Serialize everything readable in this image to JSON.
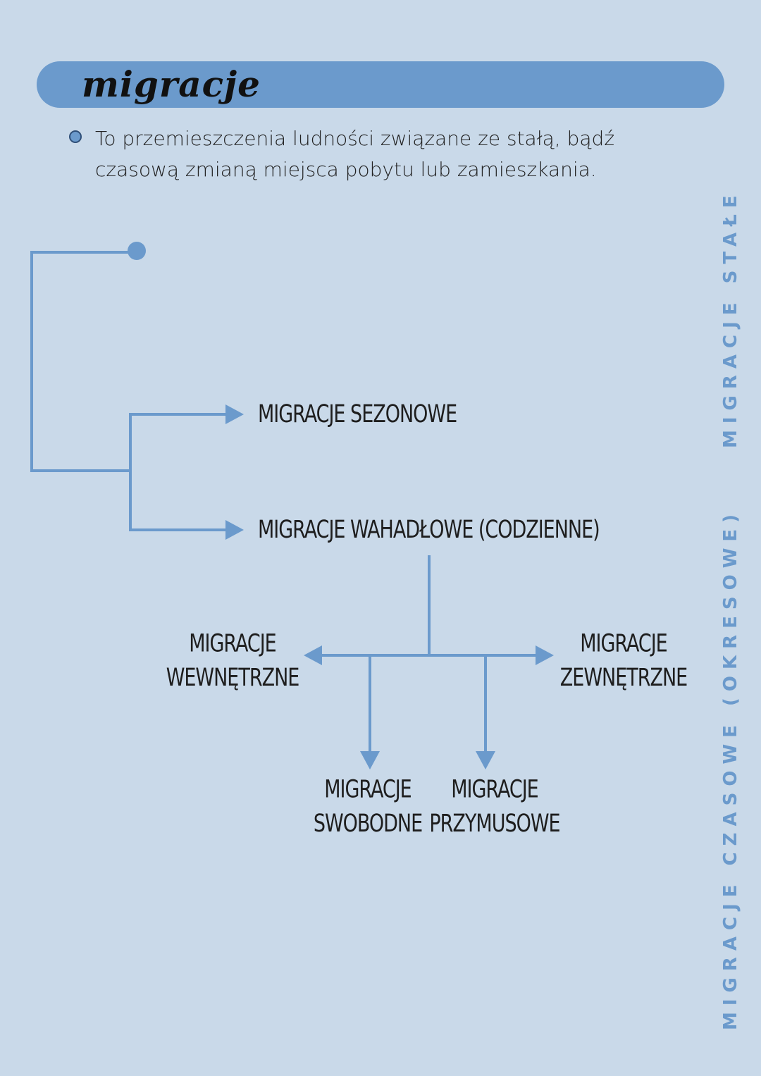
{
  "header": {
    "title": "migracje"
  },
  "definition": {
    "text": "To przemieszczenia ludności związane ze stałą, bądź czasową zmianą miejsca pobytu lub zamieszkania."
  },
  "labels": {
    "seasonal": "MIGRACJE SEZONOWE",
    "commuting": "MIGRACJE WAHADŁOWE (CODZIENNE)",
    "internal_1": "MIGRACJE",
    "internal_2": "WEWNĘTRZNE",
    "external_1": "MIGRACJE",
    "external_2": "ZEWNĘTRZNE",
    "voluntary_1": "MIGRACJE",
    "voluntary_2": "SWOBODNE",
    "forced_1": "MIGRACJE",
    "forced_2": "PRZYMUSOWE"
  },
  "side": {
    "permanent": "MIGRACJE STAŁE",
    "temporary": "MIGRACJE CZASOWE (OKRESOWE)"
  },
  "colors": {
    "background": "#c9d9e9",
    "accent": "#6b9acc"
  }
}
